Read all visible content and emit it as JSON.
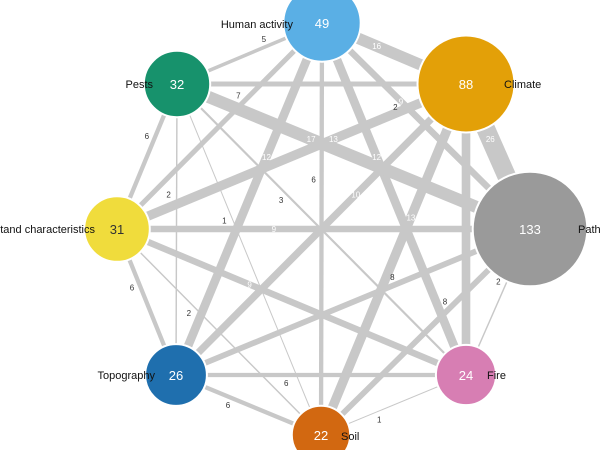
{
  "nodes": [
    {
      "id": "human",
      "label": "Human activity",
      "value": 49,
      "color": "#5aafe5"
    },
    {
      "id": "climate",
      "label": "Climate",
      "value": 88,
      "color": "#e3a008"
    },
    {
      "id": "path",
      "label": "Path",
      "value": 133,
      "color": "#9a9a9a"
    },
    {
      "id": "fire",
      "label": "Fire",
      "value": 24,
      "color": "#d77eb3"
    },
    {
      "id": "soil",
      "label": "Soil",
      "value": 22,
      "color": "#d26811"
    },
    {
      "id": "topo",
      "label": "Topography",
      "value": 26,
      "color": "#1f6fae"
    },
    {
      "id": "stand",
      "label": "stand characteristics",
      "value": 31,
      "color": "#f0dc3c"
    },
    {
      "id": "pests",
      "label": "Pests",
      "value": 32,
      "color": "#17926c"
    }
  ],
  "edges": [
    {
      "source": "human",
      "target": "pests",
      "value": 5,
      "label": "5"
    },
    {
      "source": "human",
      "target": "climate",
      "value": 16,
      "label": "16"
    },
    {
      "source": "human",
      "target": "path",
      "value": 9,
      "label": "9"
    },
    {
      "source": "human",
      "target": "fire",
      "value": 12,
      "label": "12"
    },
    {
      "source": "human",
      "target": "stand",
      "value": 7,
      "label": "7"
    },
    {
      "source": "human",
      "target": "topo",
      "value": 12,
      "label": "12"
    },
    {
      "source": "human",
      "target": "soil",
      "value": 6,
      "label": "6"
    },
    {
      "source": "climate",
      "target": "pests",
      "value": 7,
      "label": ""
    },
    {
      "source": "climate",
      "target": "path",
      "value": 26,
      "label": "26"
    },
    {
      "source": "climate",
      "target": "stand",
      "value": 13,
      "label": "13"
    },
    {
      "source": "climate",
      "target": "topo",
      "value": 10,
      "label": "10"
    },
    {
      "source": "climate",
      "target": "soil",
      "value": 13,
      "label": "13"
    },
    {
      "source": "climate",
      "target": "fire",
      "value": 12,
      "label": ""
    },
    {
      "source": "pests",
      "target": "path",
      "value": 17,
      "label": "17"
    },
    {
      "source": "pests",
      "target": "fire",
      "value": 3,
      "label": "3"
    },
    {
      "source": "pests",
      "target": "stand",
      "value": 6,
      "label": "6"
    },
    {
      "source": "pests",
      "target": "topo",
      "value": 2,
      "label": "2"
    },
    {
      "source": "pests",
      "target": "soil",
      "value": 1,
      "label": "1"
    },
    {
      "source": "stand",
      "target": "path",
      "value": 9,
      "label": "9"
    },
    {
      "source": "stand",
      "target": "fire",
      "value": 9,
      "label": "9"
    },
    {
      "source": "stand",
      "target": "topo",
      "value": 6,
      "label": "6"
    },
    {
      "source": "stand",
      "target": "soil",
      "value": 2,
      "label": "2"
    },
    {
      "source": "path",
      "target": "topo",
      "value": 8,
      "label": "8"
    },
    {
      "source": "path",
      "target": "soil",
      "value": 8,
      "label": "8"
    },
    {
      "source": "path",
      "target": "fire",
      "value": 2,
      "label": "2"
    },
    {
      "source": "topo",
      "target": "fire",
      "value": 6,
      "label": "6"
    },
    {
      "source": "topo",
      "target": "soil",
      "value": 6,
      "label": "6"
    },
    {
      "source": "soil",
      "target": "fire",
      "value": 1,
      "label": "1"
    },
    {
      "source": "human",
      "target": "path",
      "value": 2,
      "label": "2"
    }
  ]
}
